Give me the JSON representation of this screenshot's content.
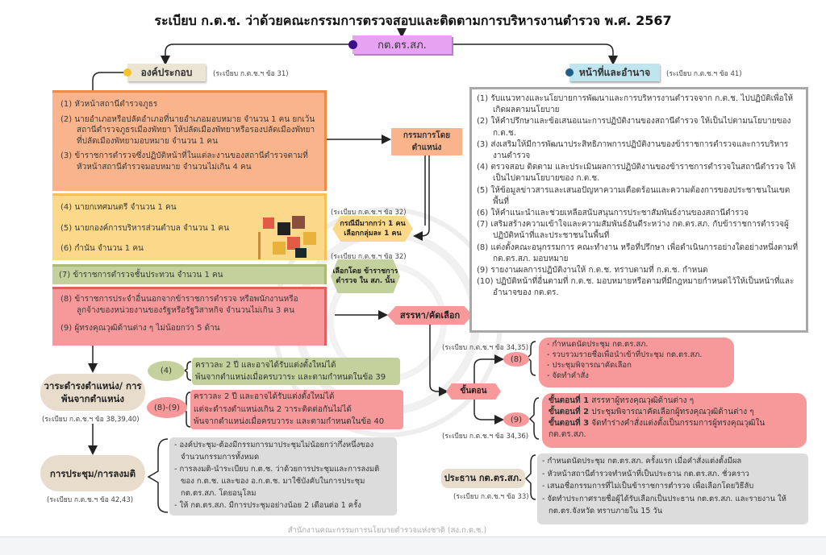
{
  "title": "ระเบียบ ก.ต.ช. ว่าด้วยคณะกรรมการตรวจสอบและติดตามการบริหารงานตำรวจ พ.ศ. 2567",
  "root": "กต.ตร.สภ.",
  "composition": {
    "label": "องค์ประกอบ",
    "ref": "(ระเบียบ ก.ต.ช.ฯ ข้อ 31)",
    "orange": [
      "(1) หัวหน้าสถานีตำรวจภูธร",
      "(2) นายอำเภอหรือปลัดอำเภอที่นายอำเภอมอบหมาย จำนวน 1 คน ยกเว้นสถานีตำรวจภูธรเมืองพัทยา ให้ปลัดเมืองพัทยาหรือรองปลัดเมืองพัทยาที่ปลัดเมืองพัทยามอบหมาย จำนวน 1 คน",
      "(3) ข้าราชการตำรวจซึ่งปฏิบัติหน้าที่ในแต่ละงานของสถานีตำรวจตามที่หัวหน้าสถานีตำรวจมอบหมาย จำนวนไม่เกิน 4 คน"
    ],
    "yellow": [
      "(4) นายกเทศมนตรี จำนวน 1 คน",
      "(5) นายกองค์การบริหารส่วนตำบล จำนวน 1 คน",
      "(6) กำนัน จำนวน 1 คน"
    ],
    "green": [
      "(7) ข้าราชการตำรวจชั้นประทวน จำนวน 1 คน"
    ],
    "red": [
      "(8) ข้าราชการประจำอื่นนอกจากข้าราชการตำรวจ หรือพนักงานหรือลูกจ้างของหน่วยงานของรัฐหรือรัฐวิสาหกิจ จำนวนไม่เกิน 3 คน",
      "(9) ผู้ทรงคุณวุฒิด้านต่าง ๆ ไม่น้อยกว่า 5 ด้าน"
    ]
  },
  "ex_officio": "กรรมการโดยตำแหน่ง",
  "select_group": {
    "ref": "(ระเบียบ ก.ต.ช.ฯ ข้อ 32)",
    "text": "กรณีมีมากกว่า 1 คน เลือกกลุ่มละ 1 คน"
  },
  "select_police": {
    "ref": "(ระเบียบ ก.ต.ช.ฯ ข้อ 32)",
    "text": "เลือกโดย ข้าราชการตำรวจ ใน สภ. นั้น"
  },
  "recruit": "สรรหา/คัดเลือก",
  "duties": {
    "label": "หน้าที่และอำนาจ",
    "ref": "(ระเบียบ ก.ต.ช.ฯ ข้อ 41)",
    "items": [
      "(1) รับแนวทางและนโยบายการพัฒนาและการบริหารงานตำรวจจาก ก.ต.ช. ไปปฏิบัติเพื่อให้เกิดผลตามนโยบาย",
      "(2) ให้คำปรึกษาและข้อเสนอแนะการปฏิบัติงานของสถานีตำรวจ ให้เป็นไปตามนโยบายของ ก.ต.ช.",
      "(3) ส่งเสริมให้มีการพัฒนาประสิทธิภาพการปฏิบัติงานของข้าราชการตำรวจและการบริหารงานตำรวจ",
      "(4) ตรวจสอบ ติดตาม และประเมินผลการปฏิบัติงานของข้าราชการตำรวจในสถานีตำรวจ ให้เป็นไปตามนโยบายของ ก.ต.ช.",
      "(5) ให้ข้อมูลข่าวสารและเสนอปัญหาความเดือดร้อนและความต้องการของประชาชนในเขตพื้นที่",
      "(6) ให้คำแนะนำและช่วยเหลือสนับสนุนการประชาสัมพันธ์งานของสถานีตำรวจ",
      "(7) เสริมสร้างความเข้าใจและความสัมพันธ์อันดีระหว่าง กต.ตร.สภ. กับข้าราชการตำรวจผู้ปฏิบัติหน้าที่และประชาชนในพื้นที่",
      "(8) แต่งตั้งคณะอนุกรรมการ คณะทำงาน หรือที่ปรึกษา เพื่อดำเนินการอย่างใดอย่างหนึ่งตามที่ กต.ตร.สภ. มอบหมาย",
      "(9) รายงานผลการปฏิบัติงานให้ ก.ต.ช. ทราบตามที่ ก.ต.ช. กำหนด",
      "(10) ปฏิบัติหน้าที่อื่นตามที่ ก.ต.ช. มอบหมายหรือตามที่มีกฎหมายกำหนดไว้ให้เป็นหน้าที่และอำนาจของ กต.ตร."
    ]
  },
  "steps": {
    "label": "ขั้นตอน",
    "s8": {
      "tag": "(8)",
      "ref": "(ระเบียบ ก.ต.ช.ฯ ข้อ 34,35)",
      "items": [
        "- กำหนดนัดประชุม กต.ตร.สภ.",
        "- รวบรวมรายชื่อเพื่อนำเข้าที่ประชุม กต.ตร.สภ.",
        "- ประชุมพิจารณาคัดเลือก",
        "- จัดทำคำสั่ง"
      ]
    },
    "s9": {
      "tag": "(9)",
      "ref": "(ระเบียบ ก.ต.ช.ฯ ข้อ 34,36)",
      "items": [
        {
          "b": "ขั้นตอนที่ 1",
          "t": " สรรหาผู้ทรงคุณวุฒิด้านต่าง ๆ"
        },
        {
          "b": "ขั้นตอนที่ 2",
          "t": " ประชุมพิจารณาคัดเลือกผู้ทรงคุณวุฒิด้านต่าง ๆ"
        },
        {
          "b": "ขั้นตอนที่ 3",
          "t": " จัดทำร่างคำสั่งแต่งตั้งเป็นกรรมการผู้ทรงคุณวุฒิใน กต.ตร.สภ."
        }
      ]
    }
  },
  "term": {
    "label": "วาระดำรงตำแหน่ง/ การพ้นจากตำแหน่ง",
    "ref": "(ระเบียบ ก.ต.ช.ฯ ข้อ 38,39,40)",
    "g4": {
      "tag": "(4)",
      "items": [
        "คราวละ 2 ปี และอาจได้รับแต่งตั้งใหม่ได้",
        "พ้นจากตำแหน่งเมื่อครบวาระ และตามกำหนดในข้อ 39"
      ]
    },
    "g89": {
      "tag": "(8)-(9)",
      "items": [
        "คราวละ 2 ปี และอาจได้รับแต่งตั้งใหม่ได้",
        "แต่จะดำรงตำแหน่งเกิน 2 วาระติดต่อกันไม่ได้",
        "พ้นจากตำแหน่งเมื่อครบวาระ และตามกำหนดในข้อ 40"
      ]
    }
  },
  "meeting": {
    "label": "การประชุม/การลงมติ",
    "ref": "(ระเบียบ ก.ต.ช.ฯ ข้อ 42,43)",
    "items": [
      "- องค์ประชุม-ต้องมีกรรมการมาประชุมไม่น้อยกว่ากึ่งหนึ่งของจำนวนกรรมการทั้งหมด",
      "- การลงมติ-นำระเบียบ ก.ต.ช. ว่าด้วยการประชุมและการลงมติของ ก.ต.ช. และของ อ.ก.ต.ช. มาใช้บังคับในการประชุม กต.ตร.สภ. โดยอนุโลม",
      "- ให้ กต.ตร.สภ. มีการประชุมอย่างน้อย 2 เดือนต่อ 1 ครั้ง"
    ]
  },
  "chair": {
    "label": "ประธาน กต.ตร.สภ.",
    "ref": "(ระเบียบ ก.ต.ช.ฯ ข้อ 33)",
    "items": [
      "- กำหนดนัดประชุม กต.ตร.สภ. ครั้งแรก เมื่อคำสั่งแต่งตั้งมีผล",
      "- หัวหน้าสถานีตำรวจทำหน้าที่เป็นประธาน กต.ตร.สภ. ชั่วคราว",
      "- เสนอชื่อกรรมการที่ไม่เป็นข้าราชการตำรวจ เพื่อเลือกโดยวิธีลับ",
      "- จัดทำประกาศรายชื่อผู้ได้รับเลือกเป็นประธาน กต.ตร.สภ. และรายงาน ให้ กต.ตร.จังหวัด ทราบภายใน 15 วัน"
    ]
  },
  "footer": "สำนักงานคณะกรรมการนโยบายตำรวจแห่งชาติ (สง.ก.ต.ช.)",
  "colors": {
    "orange": "#f9b48c",
    "yellow": "#fcd98a",
    "green": "#c5d19d",
    "red": "#f7999b",
    "beige": "#e8ddcc",
    "purple": "#e7a3f2",
    "blue": "#bfe5ee",
    "gray": "#dcdcdc"
  }
}
